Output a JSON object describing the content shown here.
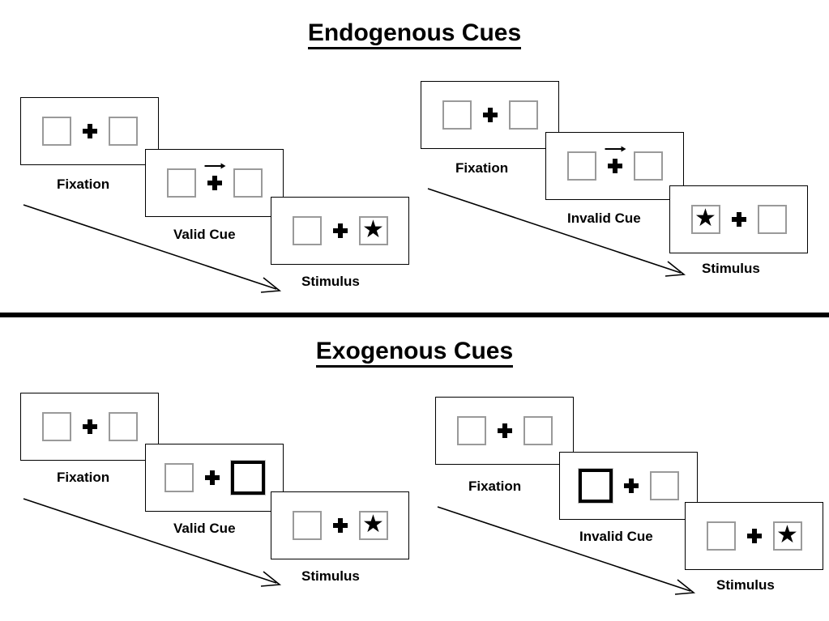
{
  "sections": [
    {
      "id": "endogenous",
      "title": "Endogenous Cues",
      "cue_type": "arrow",
      "sequences": [
        {
          "id": "endogenous-valid",
          "validity_label": "Valid Cue",
          "panels": [
            {
              "caption": "Fixation",
              "left_box": "empty",
              "right_box": "empty",
              "cue": "none"
            },
            {
              "caption": "Valid Cue",
              "left_box": "empty",
              "right_box": "empty",
              "cue": "arrow-right"
            },
            {
              "caption": "Stimulus",
              "left_box": "empty",
              "right_box": "star",
              "cue": "none"
            }
          ]
        },
        {
          "id": "endogenous-invalid",
          "validity_label": "Invalid Cue",
          "panels": [
            {
              "caption": "Fixation",
              "left_box": "empty",
              "right_box": "empty",
              "cue": "none"
            },
            {
              "caption": "Invalid Cue",
              "left_box": "empty",
              "right_box": "empty",
              "cue": "arrow-right"
            },
            {
              "caption": "Stimulus",
              "left_box": "star",
              "right_box": "empty",
              "cue": "none"
            }
          ]
        }
      ]
    },
    {
      "id": "exogenous",
      "title": "Exogenous Cues",
      "cue_type": "box-flash",
      "sequences": [
        {
          "id": "exogenous-valid",
          "validity_label": "Valid Cue",
          "panels": [
            {
              "caption": "Fixation",
              "left_box": "empty",
              "right_box": "empty",
              "cue": "none"
            },
            {
              "caption": "Valid Cue",
              "left_box": "empty",
              "right_box": "highlight",
              "cue": "none"
            },
            {
              "caption": "Stimulus",
              "left_box": "empty",
              "right_box": "star",
              "cue": "none"
            }
          ]
        },
        {
          "id": "exogenous-invalid",
          "validity_label": "Invalid Cue",
          "panels": [
            {
              "caption": "Fixation",
              "left_box": "empty",
              "right_box": "empty",
              "cue": "none"
            },
            {
              "caption": "Invalid Cue",
              "left_box": "highlight",
              "right_box": "empty",
              "cue": "none"
            },
            {
              "caption": "Stimulus",
              "left_box": "empty",
              "right_box": "star",
              "cue": "none"
            }
          ]
        }
      ]
    }
  ],
  "icons": {
    "star": "★",
    "fixation_cross": "plus-cross",
    "cue_arrow": "arrow-right-icon",
    "time_arrow": "time-flow-arrow"
  },
  "colors": {
    "panel_border": "#000000",
    "box_border": "#9a9a9a",
    "cue_box_border": "#000000",
    "ink": "#000000",
    "background": "#ffffff"
  }
}
